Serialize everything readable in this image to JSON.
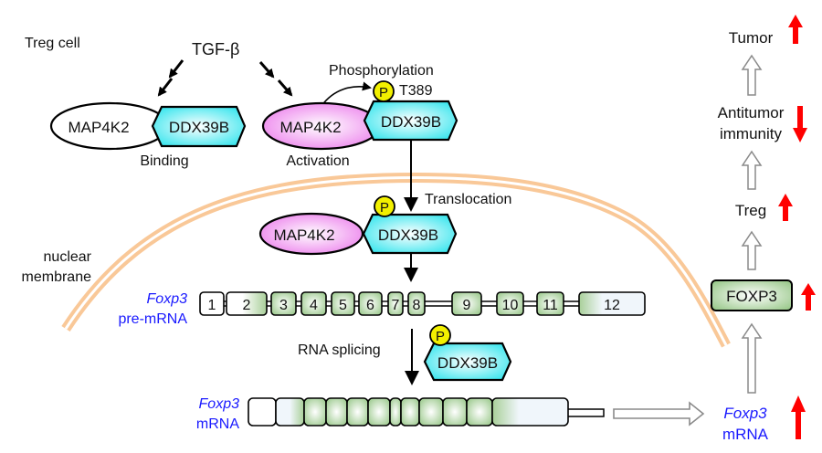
{
  "title_label": "Treg cell",
  "stimulus": "TGF-β",
  "left_complex": {
    "kinase": "MAP4K2",
    "helicase": "DDX39B",
    "caption": "Binding"
  },
  "active_complex": {
    "kinase": "MAP4K2",
    "helicase": "DDX39B",
    "caption": "Activation",
    "event": "Phosphorylation",
    "site": "T389",
    "phospho": "P"
  },
  "translocation_label": "Translocation",
  "nuclear_complex": {
    "kinase": "MAP4K2",
    "helicase": "DDX39B",
    "phospho": "P"
  },
  "membrane_label": [
    "nuclear",
    "membrane"
  ],
  "pre_mrna": {
    "gene": "Foxp3",
    "label": "pre-mRNA",
    "exons": [
      "1",
      "2",
      "3",
      "4",
      "5",
      "6",
      "7",
      "8",
      "9",
      "10",
      "11",
      "12"
    ]
  },
  "splicing": {
    "label": "RNA splicing",
    "helicase": "DDX39B",
    "phospho": "P"
  },
  "mrna": {
    "gene": "Foxp3",
    "label": "mRNA"
  },
  "cascade": [
    {
      "label": "Tumor",
      "trend": "up"
    },
    {
      "label": "Antitumor",
      "label2": "immunity",
      "trend": "down"
    },
    {
      "label": "Treg",
      "trend": "up"
    },
    {
      "label": "FOXP3",
      "trend": "up"
    },
    {
      "label": "Foxp3",
      "label2": "mRNA",
      "trend": "up"
    }
  ],
  "colors": {
    "membrane": "#f9c898",
    "helicase": "#4de8ee",
    "kinase_active": "#ee88ee",
    "exon_green": "#9fc98f",
    "phospho": "#f2f000",
    "trend": "#ff0000",
    "gene_text": "#1a1aff"
  }
}
